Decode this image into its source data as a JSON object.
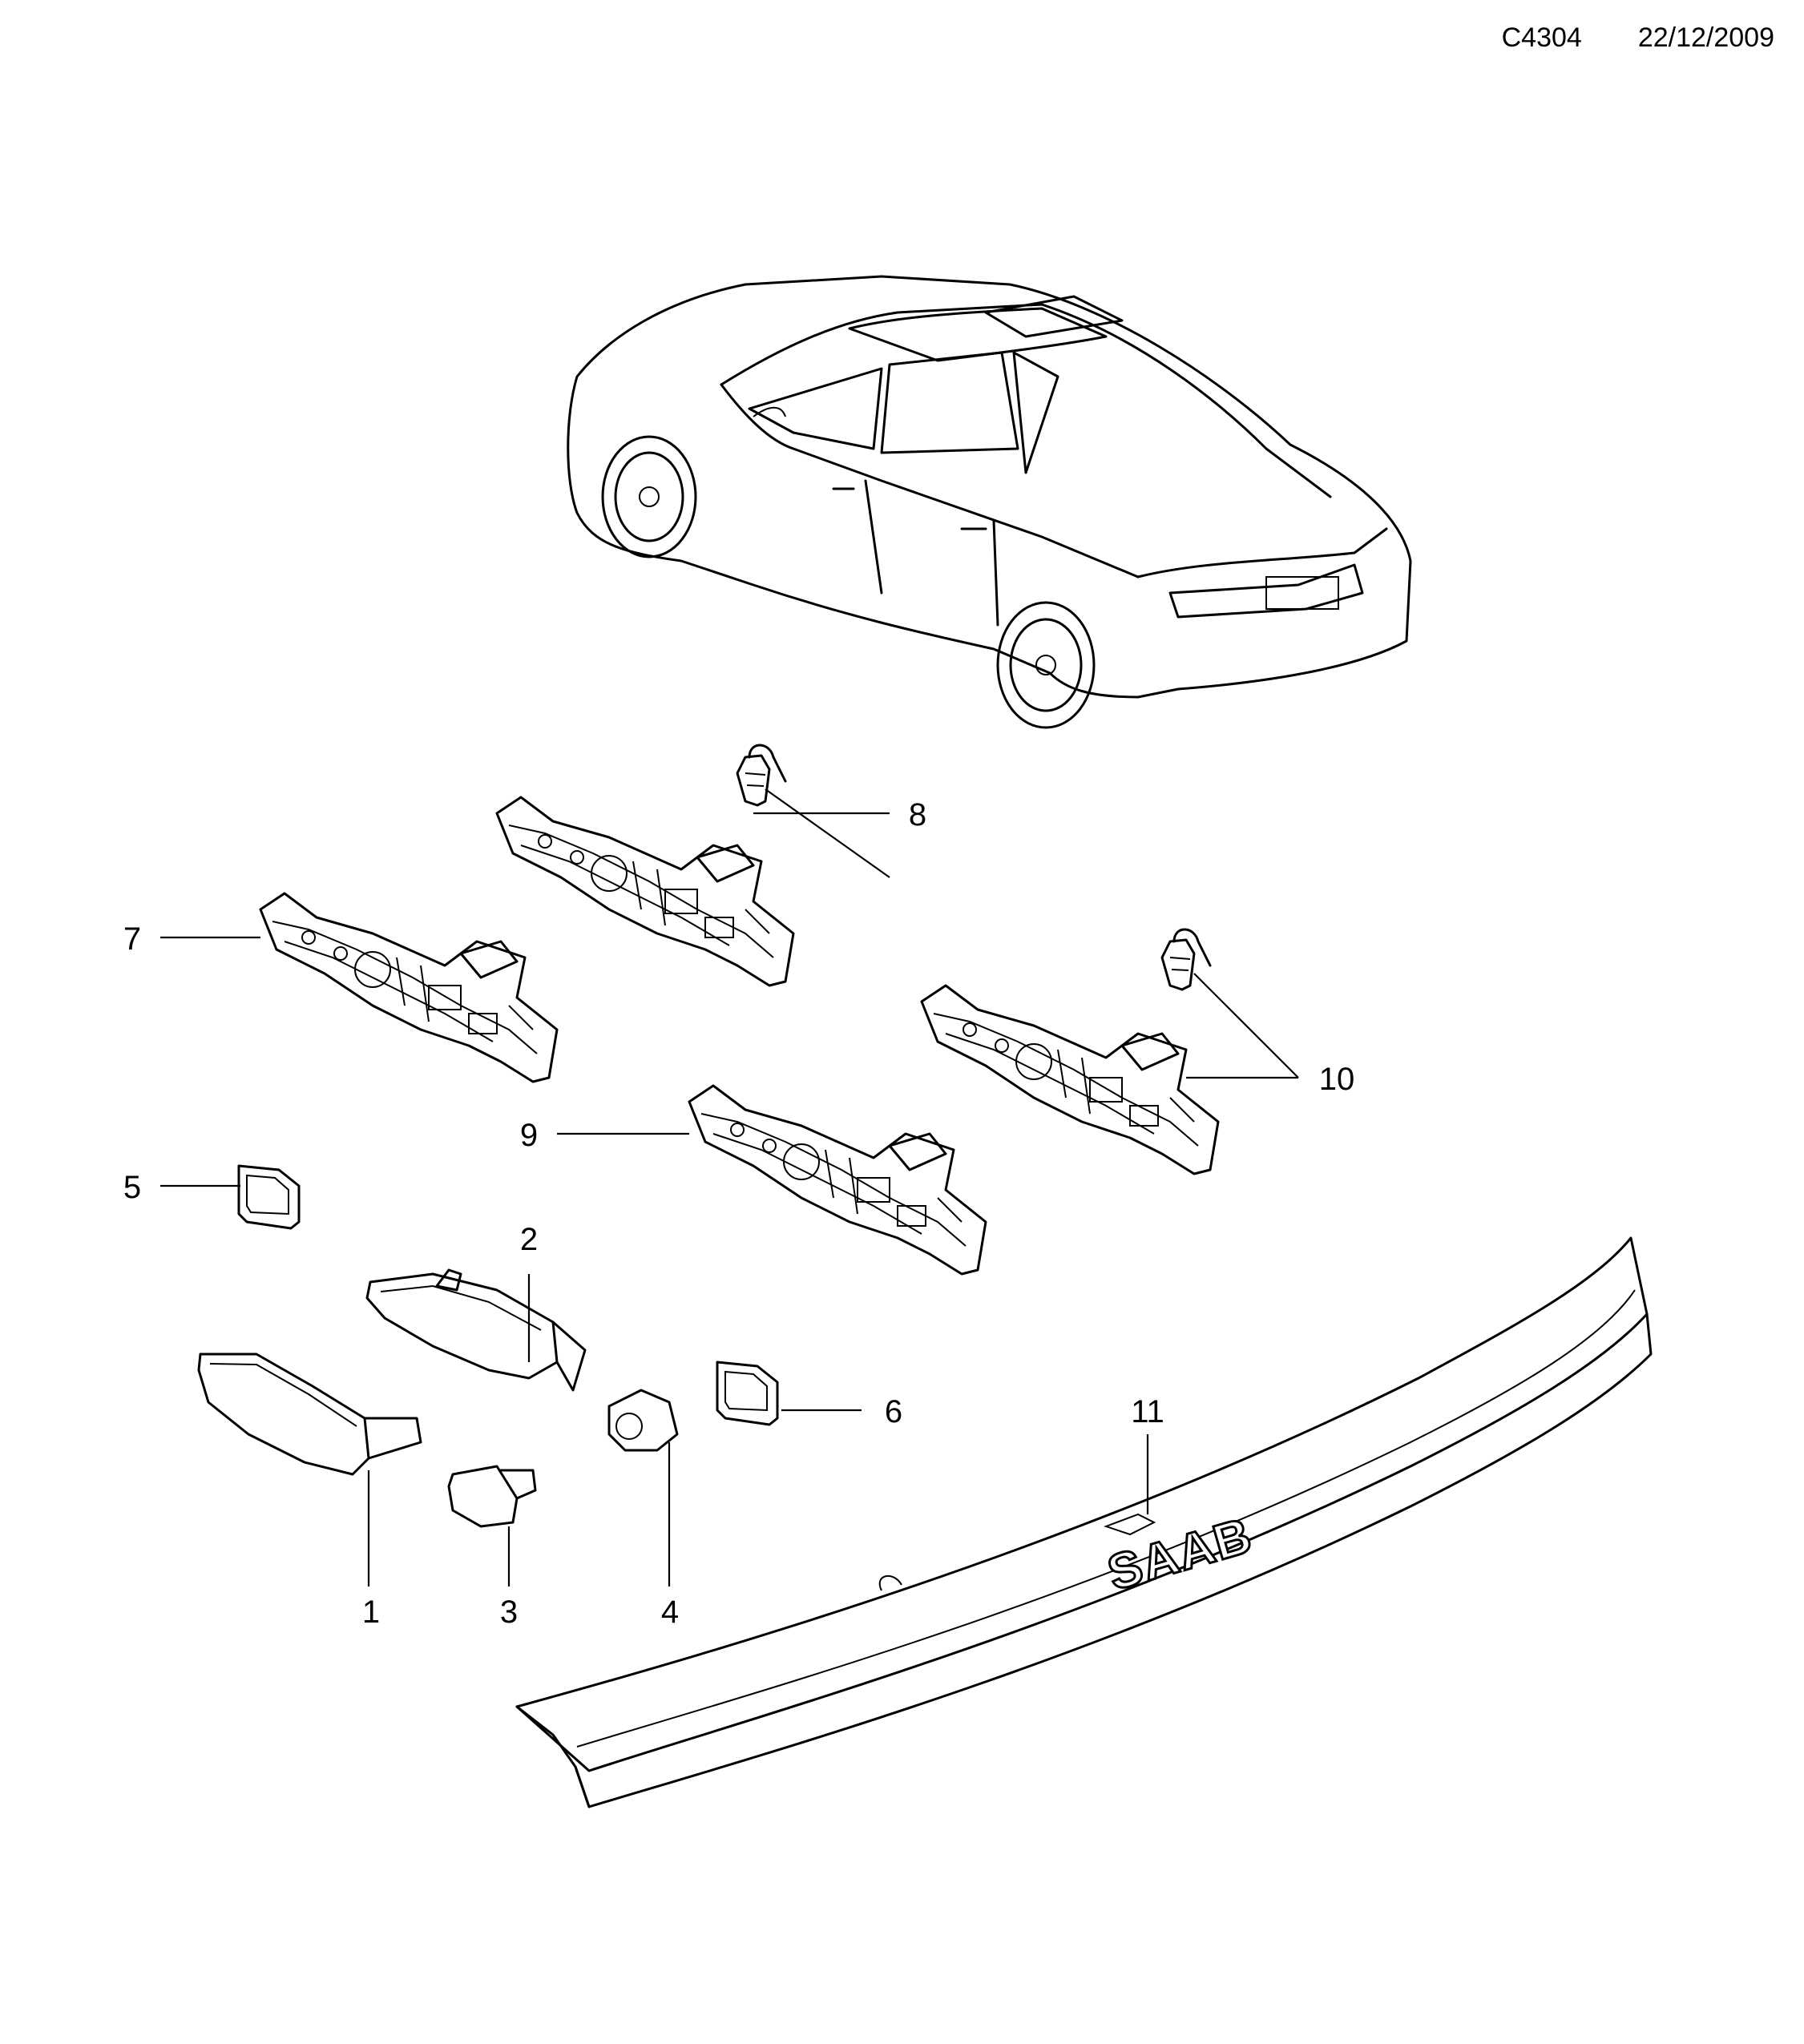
{
  "header": {
    "code": "C4304",
    "date": "22/12/2009"
  },
  "callouts": {
    "c1": "1",
    "c2": "2",
    "c3": "3",
    "c4": "4",
    "c5": "5",
    "c6": "6",
    "c7": "7",
    "c8": "8",
    "c9": "9",
    "c10": "10",
    "c11": "11"
  },
  "logo": {
    "text": "SAAB"
  },
  "icons": [
    "car-illustration",
    "handle-bracket-icon",
    "door-handle-icon",
    "trim-strip-icon"
  ]
}
